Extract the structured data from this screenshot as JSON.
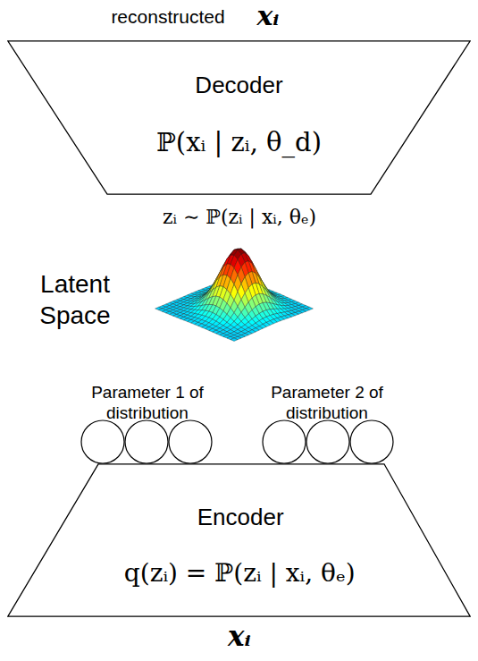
{
  "diagram": {
    "nodes": [
      {
        "text": [
          "Decoder",
          "ℙ(xᵢ | zᵢ, θ_d)"
        ]
      },
      {
        "text": [
          "Encoder",
          "q(zᵢ) = ℙ(zᵢ | xᵢ, θₑ)"
        ]
      }
    ],
    "labels": [
      "reconstructed",
      "xᵢ",
      "zᵢ ∼ ℙ(zᵢ | xᵢ, θₑ)",
      "Latent Space",
      "Parameter 1 of distribution",
      "Parameter 2 of distribution",
      "xᵢ"
    ]
  }
}
